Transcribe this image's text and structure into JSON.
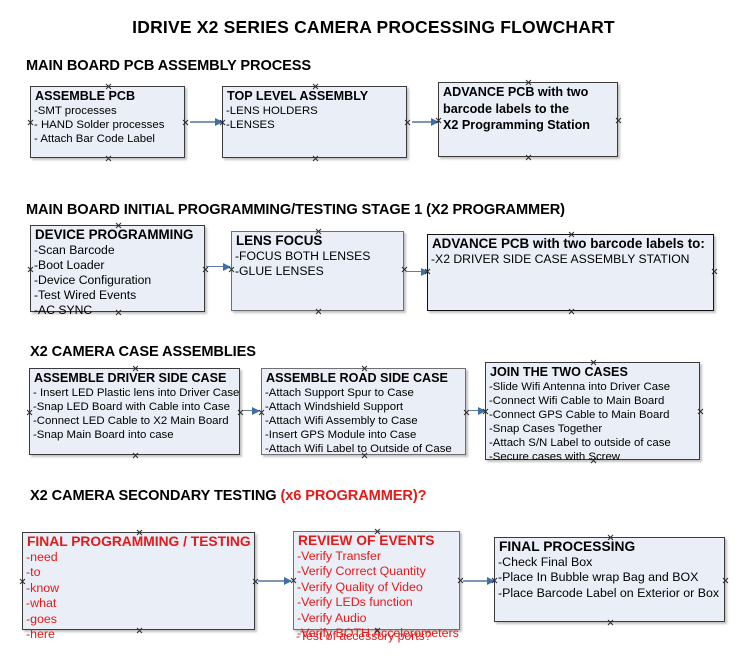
{
  "title": "IDRIVE X2  SERIES CAMERA PROCESSING FLOWCHART",
  "colors": {
    "box_fill": "#e9eef7",
    "box_border": "#3b3b3b",
    "arrow": "#3f6fa8",
    "accent_red": "#e01b1b",
    "text": "#000000"
  },
  "sections": [
    {
      "heading": "MAIN BOARD PCB ASSEMBLY PROCESS",
      "heading_accent": "",
      "boxes": [
        {
          "title": "ASSEMBLE PCB",
          "lines": [
            "-SMT processes",
            "- HAND Solder processes",
            "- Attach Bar Code Label"
          ]
        },
        {
          "title": "TOP LEVEL ASSEMBLY",
          "lines": [
            "-LENS HOLDERS",
            "-LENSES"
          ]
        },
        {
          "title": "ADVANCE PCB with two",
          "lines": [
            "barcode labels to the",
            " X2 Programming Station"
          ]
        }
      ]
    },
    {
      "heading": "MAIN BOARD INITIAL PROGRAMMING/TESTING STAGE 1 (X2 PROGRAMMER)",
      "heading_accent": "",
      "boxes": [
        {
          "title": "DEVICE PROGRAMMING",
          "lines": [
            "-Scan Barcode",
            "-Boot Loader",
            "-Device Configuration",
            "-Test Wired Events",
            "-AC SYNC"
          ]
        },
        {
          "title": "LENS FOCUS",
          "lines": [
            "-FOCUS BOTH LENSES",
            "-GLUE LENSES"
          ]
        },
        {
          "title": "ADVANCE PCB with two barcode labels to:",
          "lines": [
            "-X2 DRIVER  SIDE  CASE  ASSEMBLY STATION"
          ]
        }
      ]
    },
    {
      "heading": "X2 CAMERA CASE ASSEMBLIES",
      "heading_accent": "",
      "boxes": [
        {
          "title": "ASSEMBLE DRIVER SIDE CASE",
          "lines": [
            "- Insert LED Plastic lens into Driver Case",
            "-Snap LED Board with Cable into Case",
            "-Connect LED Cable to X2 Main Board",
            "-Snap Main Board into case"
          ]
        },
        {
          "title": "ASSEMBLE ROAD SIDE CASE",
          "lines": [
            "-Attach Support Spur to Case",
            "-Attach Windshield Support",
            "-Attach Wifi Assembly to Case",
            "-Insert GPS Module into Case",
            "-Attach Wifi Label to Outside of Case"
          ]
        },
        {
          "title": "JOIN THE TWO CASES",
          "lines": [
            "-Slide Wifi Antenna into Driver Case",
            "-Connect Wifi Cable to Main Board",
            "-Connect GPS Cable to Main Board",
            "-Snap Cases Together",
            "-Attach S/N Label to outside of case",
            "-Secure cases with Screw"
          ]
        }
      ]
    },
    {
      "heading": "X2 CAMERA SECONDARY TESTING ",
      "heading_accent": "(x6 PROGRAMMER)?",
      "boxes": [
        {
          "title": "FINAL PROGRAMMING / TESTING",
          "lines": [
            "-need",
            "-to",
            "-know",
            "-what",
            "-goes",
            "-here"
          ]
        },
        {
          "title": "REVIEW OF EVENTS",
          "lines": [
            "-Verify Transfer",
            "-Verify Correct Quantity",
            "-Verify Quality of Video",
            "-Verify LEDs function",
            "-Verify Audio",
            "-Verify BOTH Accelerometers"
          ],
          "overflow_line": "-Test of accessory ports?"
        },
        {
          "title": "FINAL PROCESSING",
          "lines": [
            " -Check Final Box",
            "-Place In Bubble wrap Bag and BOX",
            "-Place Barcode Label on Exterior or Box"
          ]
        }
      ]
    }
  ]
}
